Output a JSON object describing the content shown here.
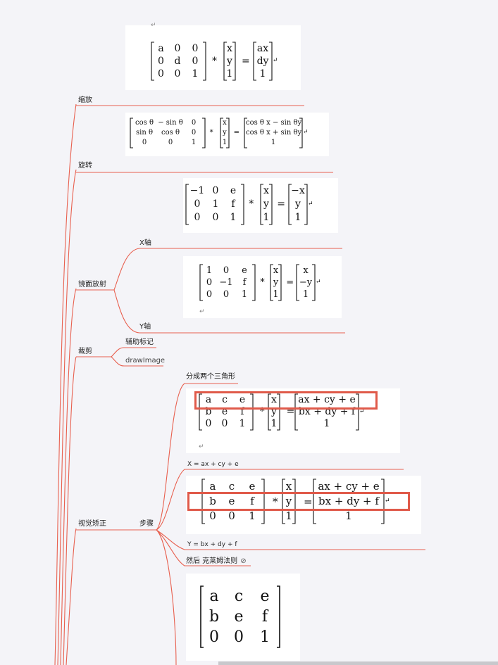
{
  "colors": {
    "branch": "#e8604f",
    "highlight": "#e05a4a"
  },
  "nodes": {
    "scale": "缩放",
    "rotate": "旋转",
    "mirror": "镜面放射",
    "x_axis": "X轴",
    "y_axis": "Y轴",
    "crop": "裁剪",
    "aux_mark": "辅助标记",
    "draw_image": "drawImage",
    "perspective": "视觉矫正",
    "steps": "步骤",
    "split_triangles": "分成两个三角形",
    "x_formula": "X = ax + cy + e",
    "y_formula": "Y = bx + dy + f",
    "cramer": "然后 克莱姆法则",
    "link_icon": "link-icon"
  },
  "symbols": {
    "times": "*",
    "equals": "=",
    "return": "↵"
  },
  "matrices": {
    "scale": {
      "a": [
        [
          "a",
          "0",
          "0"
        ],
        [
          "0",
          "d",
          "0"
        ],
        [
          "0",
          "0",
          "1"
        ]
      ],
      "v": [
        "x",
        "y",
        "1"
      ],
      "r": [
        "ax",
        "dy",
        "1"
      ]
    },
    "rotate": {
      "a": [
        [
          "cos θ",
          "− sin θ",
          "0"
        ],
        [
          "sin θ",
          "cos θ",
          "0"
        ],
        [
          "0",
          "0",
          "1"
        ]
      ],
      "v": [
        "x",
        "y",
        "1"
      ],
      "r": [
        "cos θ x −  sin θy",
        "cos θ x +  sin θy",
        "1"
      ]
    },
    "mirror_x": {
      "a": [
        [
          "−1",
          "0",
          "e"
        ],
        [
          "0",
          "1",
          "f"
        ],
        [
          "0",
          "0",
          "1"
        ]
      ],
      "v": [
        "x",
        "y",
        "1"
      ],
      "r": [
        "−x",
        "y",
        "1"
      ]
    },
    "mirror_y": {
      "a": [
        [
          "1",
          "0",
          "e"
        ],
        [
          "0",
          "−1",
          "f"
        ],
        [
          "0",
          "0",
          "1"
        ]
      ],
      "v": [
        "x",
        "y",
        "1"
      ],
      "r": [
        "x",
        "−y",
        "1"
      ]
    },
    "split": {
      "a": [
        [
          "a",
          "c",
          "e"
        ],
        [
          "b",
          "e",
          "f"
        ],
        [
          "0",
          "0",
          "1"
        ]
      ],
      "v": [
        "x",
        "y",
        "1"
      ],
      "r": [
        "ax + cy + e",
        "bx + dy + f",
        "1"
      ]
    },
    "xform": {
      "a": [
        [
          "a",
          "c",
          "e"
        ],
        [
          "b",
          "e",
          "f"
        ],
        [
          "0",
          "0",
          "1"
        ]
      ],
      "v": [
        "x",
        "y",
        "1"
      ],
      "r": [
        "ax + cy + e",
        "bx + dy + f",
        "1"
      ]
    },
    "cramer": {
      "a": [
        [
          "a",
          "c",
          "e"
        ],
        [
          "b",
          "e",
          "f"
        ],
        [
          "0",
          "0",
          "1"
        ]
      ]
    }
  }
}
